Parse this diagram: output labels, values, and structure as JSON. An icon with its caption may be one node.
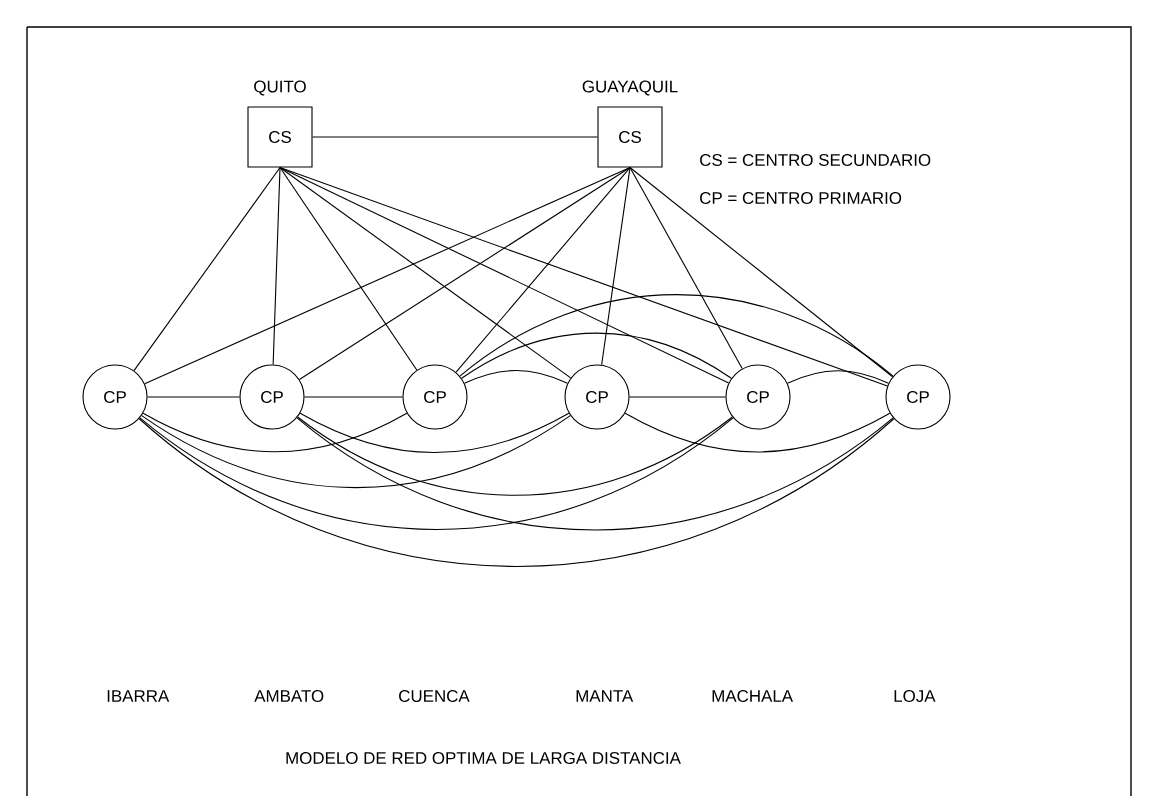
{
  "diagram": {
    "caption": "MODELO DE RED OPTIMA DE LARGA DISTANCIA",
    "nodes": [
      {
        "text": [
          "CS"
        ],
        "beside": [
          "QUITO"
        ]
      },
      {
        "text": [
          "CS"
        ],
        "beside": [
          "GUAYAQUIL"
        ]
      },
      {
        "text": [
          "CP"
        ]
      },
      {
        "text": [
          "CP"
        ]
      },
      {
        "text": [
          "CP"
        ]
      },
      {
        "text": [
          "CP"
        ]
      },
      {
        "text": [
          "CP"
        ]
      },
      {
        "text": [
          "CP"
        ]
      }
    ],
    "edges": [
      {
        "from": 0,
        "to": 1,
        "arrow": "none"
      },
      {
        "from": 0,
        "to": 2,
        "arrow": "none"
      },
      {
        "from": 0,
        "to": 3,
        "arrow": "none"
      },
      {
        "from": 0,
        "to": 4,
        "arrow": "none"
      },
      {
        "from": 0,
        "to": 5,
        "arrow": "none"
      },
      {
        "from": 0,
        "to": 6,
        "arrow": "none"
      },
      {
        "from": 0,
        "to": 7,
        "arrow": "none"
      },
      {
        "from": 1,
        "to": 2,
        "arrow": "none"
      },
      {
        "from": 1,
        "to": 3,
        "arrow": "none"
      },
      {
        "from": 1,
        "to": 4,
        "arrow": "none"
      },
      {
        "from": 1,
        "to": 5,
        "arrow": "none"
      },
      {
        "from": 1,
        "to": 6,
        "arrow": "none"
      },
      {
        "from": 1,
        "to": 7,
        "arrow": "none"
      },
      {
        "from": 2,
        "to": 3,
        "arrow": "none"
      },
      {
        "from": 2,
        "to": 4,
        "arrow": "none"
      },
      {
        "from": 2,
        "to": 5,
        "arrow": "none"
      },
      {
        "from": 2,
        "to": 6,
        "arrow": "none"
      },
      {
        "from": 2,
        "to": 7,
        "arrow": "none"
      },
      {
        "from": 3,
        "to": 4,
        "arrow": "none"
      },
      {
        "from": 3,
        "to": 5,
        "arrow": "none"
      },
      {
        "from": 3,
        "to": 6,
        "arrow": "none"
      },
      {
        "from": 3,
        "to": 7,
        "arrow": "none"
      },
      {
        "from": 4,
        "to": 5,
        "arrow": "none"
      },
      {
        "from": 4,
        "to": 6,
        "arrow": "none"
      },
      {
        "from": 4,
        "to": 7,
        "arrow": "none"
      },
      {
        "from": 5,
        "to": 6,
        "arrow": "none"
      },
      {
        "from": 5,
        "to": 7,
        "arrow": "none"
      },
      {
        "from": 6,
        "to": 7,
        "arrow": "none"
      }
    ],
    "labels": [
      "CS = CENTRO SECUNDARIO",
      "CP = CENTRO PRIMARIO",
      "IBARRA",
      "AMBATO",
      "CUENCA",
      "MANTA",
      "MACHALA",
      "LOJA"
    ]
  }
}
